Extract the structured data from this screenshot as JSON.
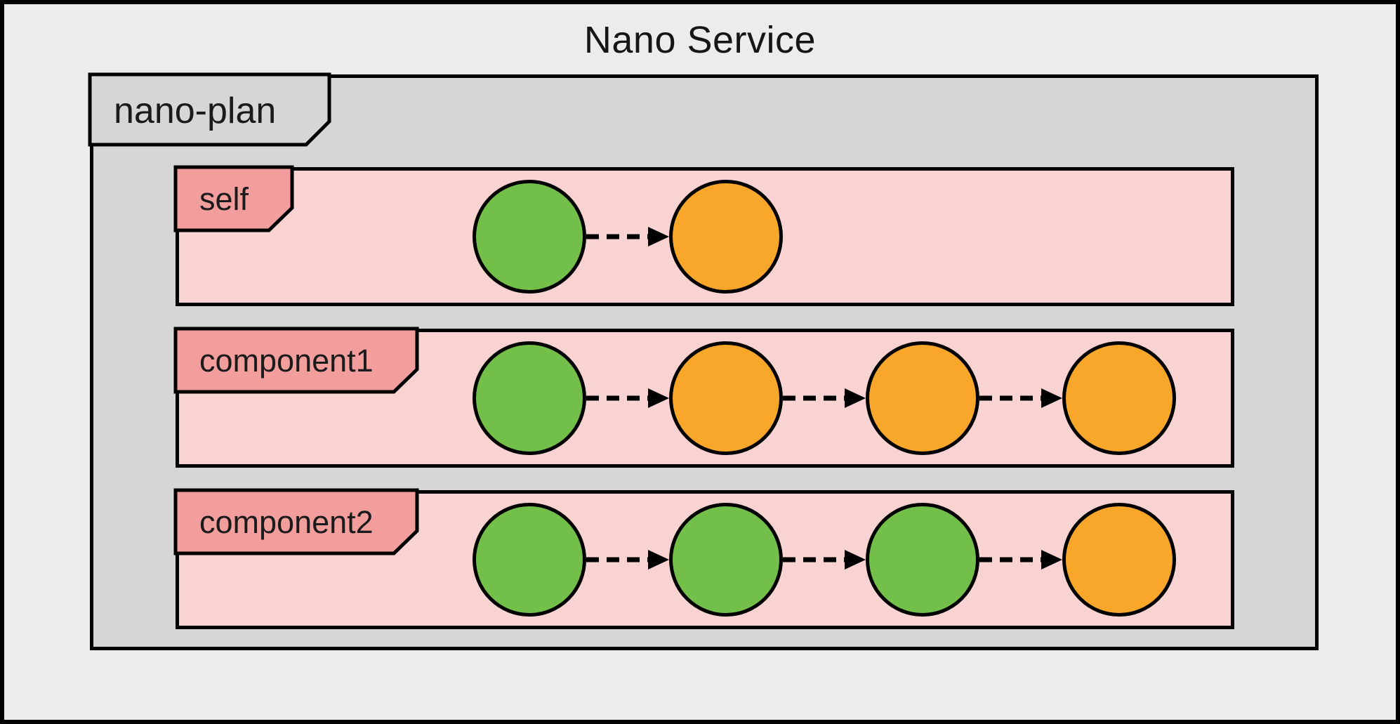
{
  "title": "Nano Service",
  "plan": {
    "label": "nano-plan",
    "lanes": [
      {
        "label": "self",
        "states": [
          "green",
          "orange"
        ]
      },
      {
        "label": "component1",
        "states": [
          "green",
          "orange",
          "orange",
          "orange"
        ]
      },
      {
        "label": "component2",
        "states": [
          "green",
          "green",
          "green",
          "orange"
        ]
      }
    ]
  },
  "colors": {
    "green": "#72bf4a",
    "orange": "#f8a72b",
    "lane_fill": "#f9d3d1",
    "tab_fill": "#f19e9c",
    "frame_fill": "#d6d6d6",
    "canvas_fill": "#ececec",
    "stroke": "#000000"
  }
}
